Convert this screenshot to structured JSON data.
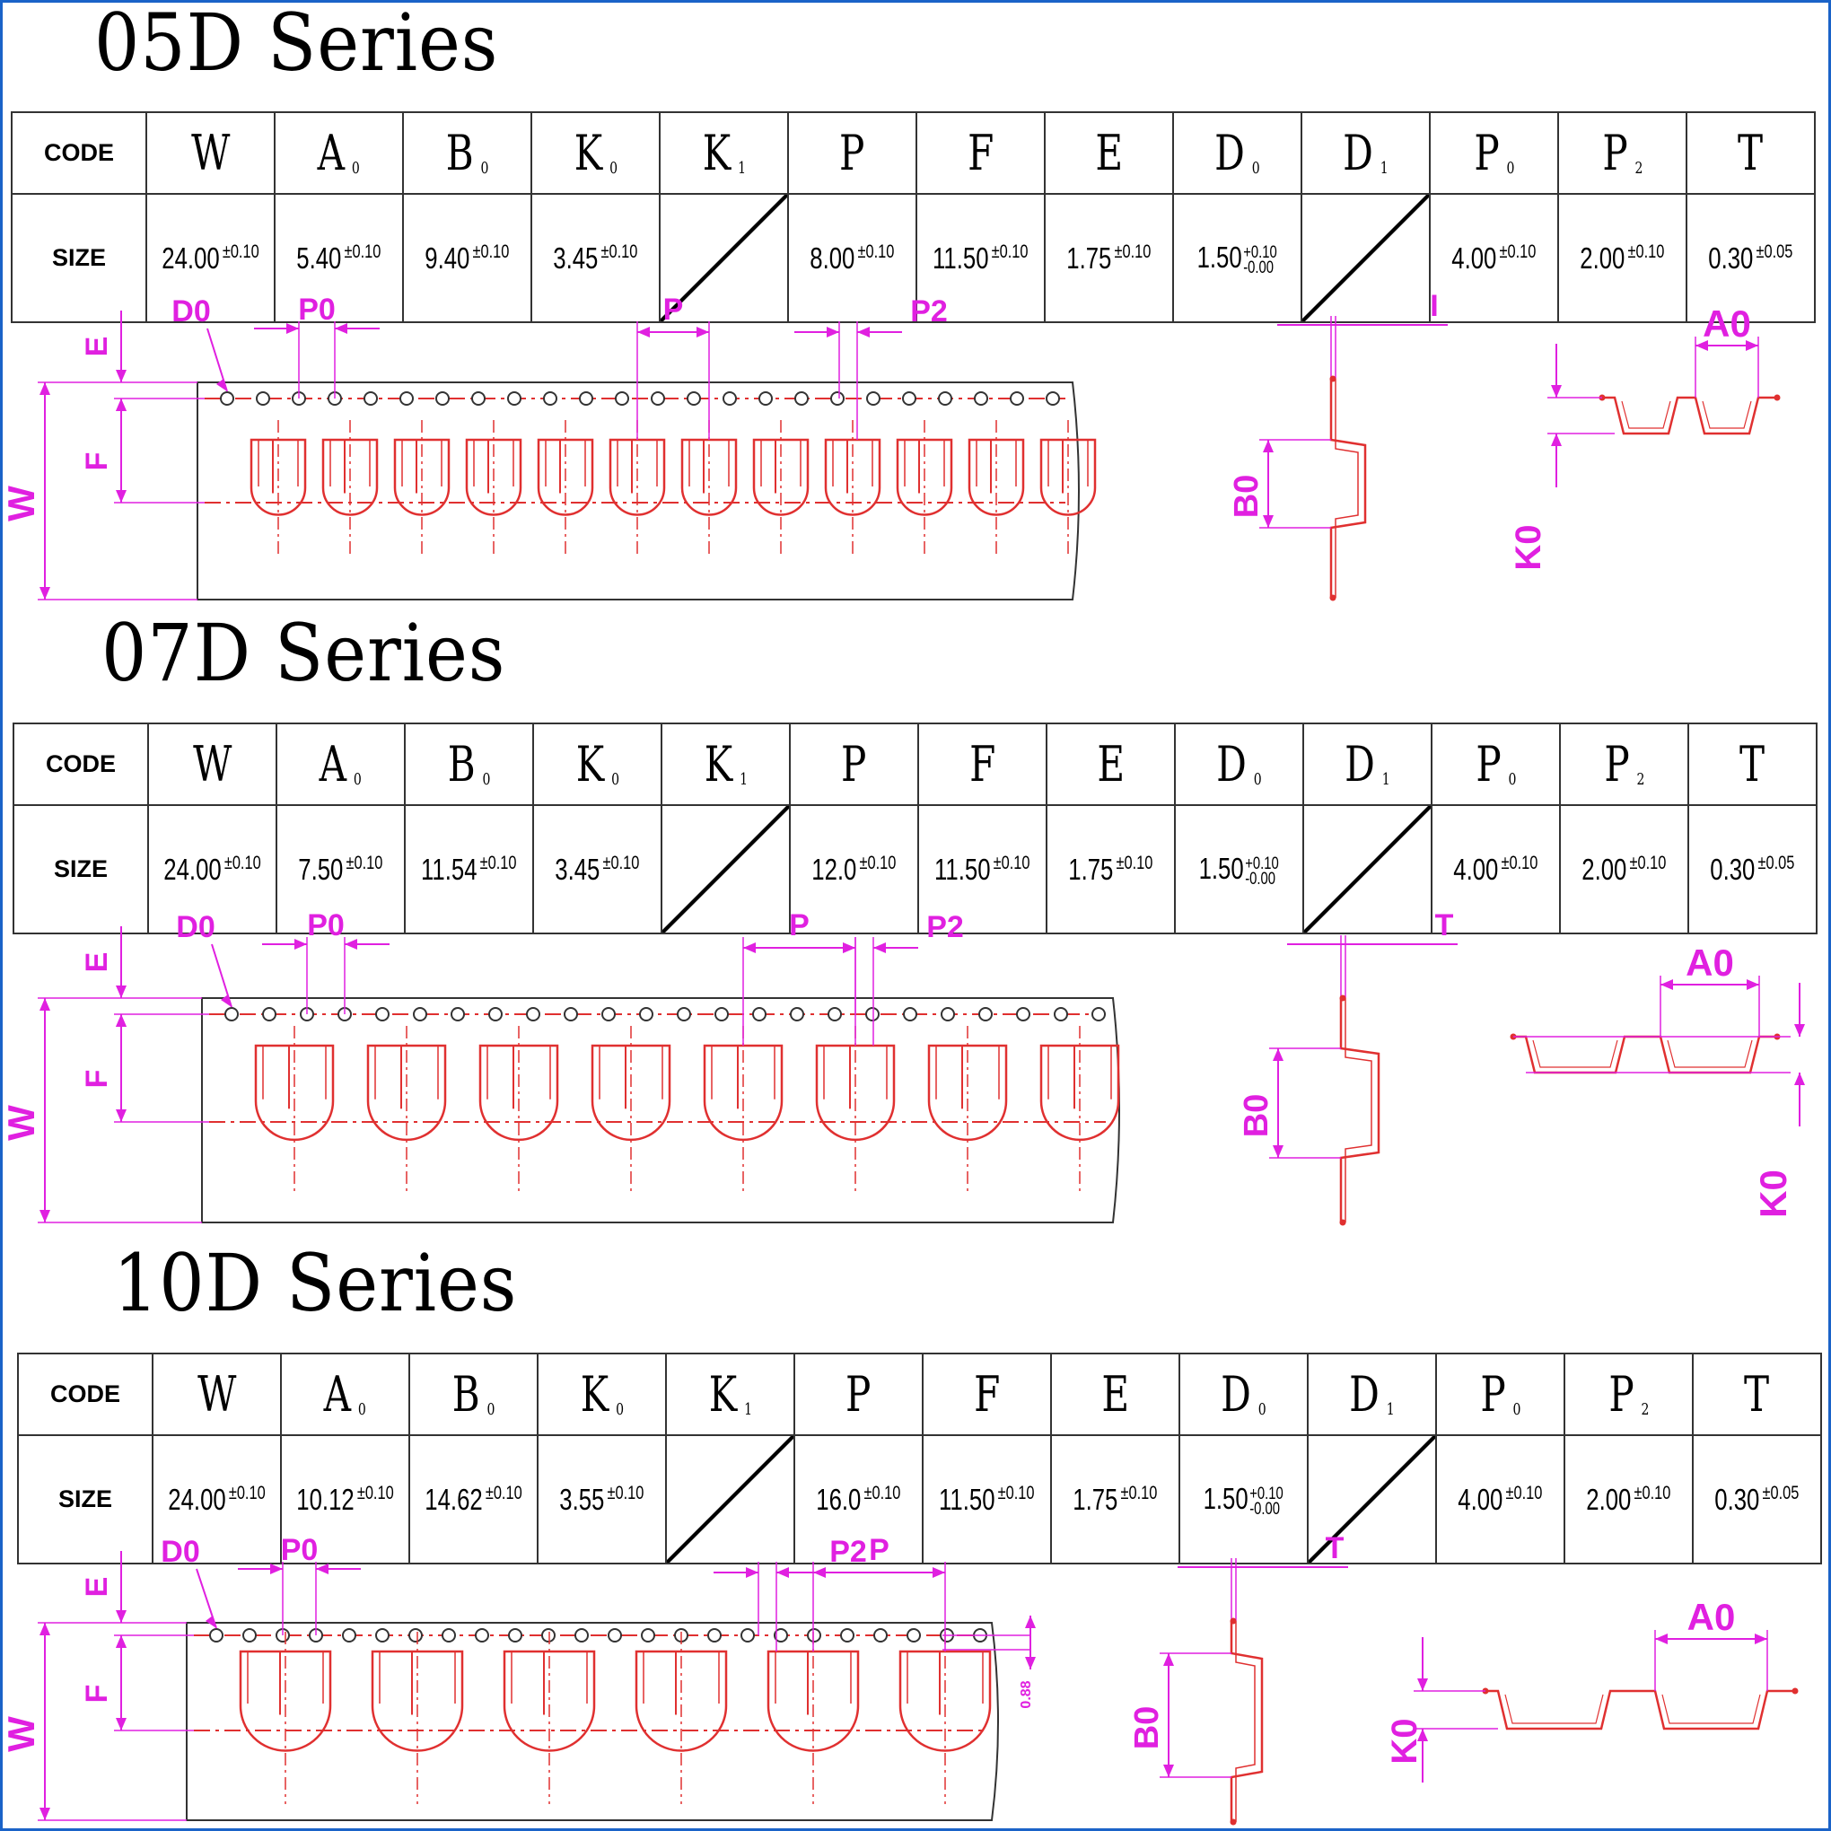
{
  "sections": [
    {
      "title": "05D Series",
      "code_label": "CODE",
      "size_label": "SIZE",
      "headers": [
        {
          "letter": "W",
          "sub": ""
        },
        {
          "letter": "A",
          "sub": "0"
        },
        {
          "letter": "B",
          "sub": "0"
        },
        {
          "letter": "K",
          "sub": "0"
        },
        {
          "letter": "K",
          "sub": "1"
        },
        {
          "letter": "P",
          "sub": ""
        },
        {
          "letter": "F",
          "sub": ""
        },
        {
          "letter": "E",
          "sub": ""
        },
        {
          "letter": "D",
          "sub": "0"
        },
        {
          "letter": "D",
          "sub": "1"
        },
        {
          "letter": "P",
          "sub": "0"
        },
        {
          "letter": "P",
          "sub": "2"
        },
        {
          "letter": "T",
          "sub": ""
        }
      ],
      "values": [
        {
          "v": "24.00",
          "tol": "±0.10"
        },
        {
          "v": "5.40",
          "tol": "±0.10"
        },
        {
          "v": "9.40",
          "tol": "±0.10"
        },
        {
          "v": "3.45",
          "tol": "±0.10"
        },
        {
          "v": "",
          "tol": "",
          "slash": true
        },
        {
          "v": "8.00",
          "tol": "±0.10"
        },
        {
          "v": "11.50",
          "tol": "±0.10"
        },
        {
          "v": "1.75",
          "tol": "±0.10"
        },
        {
          "v": "1.50",
          "tol_up": "+0.10",
          "tol_dn": "-0.00"
        },
        {
          "v": "",
          "tol": "",
          "slash": true
        },
        {
          "v": "4.00",
          "tol": "±0.10"
        },
        {
          "v": "2.00",
          "tol": "±0.10"
        },
        {
          "v": "0.30",
          "tol": "±0.05"
        }
      ],
      "labels": {
        "E": "E",
        "D0": "D0",
        "P0": "P0",
        "P": "P",
        "P2": "P2",
        "W": "W",
        "F": "F",
        "T": "I",
        "B0": "B0",
        "A0": "A0",
        "K0": "K0"
      }
    },
    {
      "title": "07D Series",
      "code_label": "CODE",
      "size_label": "SIZE",
      "headers": [
        {
          "letter": "W",
          "sub": ""
        },
        {
          "letter": "A",
          "sub": "0"
        },
        {
          "letter": "B",
          "sub": "0"
        },
        {
          "letter": "K",
          "sub": "0"
        },
        {
          "letter": "K",
          "sub": "1"
        },
        {
          "letter": "P",
          "sub": ""
        },
        {
          "letter": "F",
          "sub": ""
        },
        {
          "letter": "E",
          "sub": ""
        },
        {
          "letter": "D",
          "sub": "0"
        },
        {
          "letter": "D",
          "sub": "1"
        },
        {
          "letter": "P",
          "sub": "0"
        },
        {
          "letter": "P",
          "sub": "2"
        },
        {
          "letter": "T",
          "sub": ""
        }
      ],
      "values": [
        {
          "v": "24.00",
          "tol": "±0.10"
        },
        {
          "v": "7.50",
          "tol": "±0.10"
        },
        {
          "v": "11.54",
          "tol": "±0.10"
        },
        {
          "v": "3.45",
          "tol": "±0.10"
        },
        {
          "v": "",
          "tol": "",
          "slash": true
        },
        {
          "v": "12.0",
          "tol": "±0.10"
        },
        {
          "v": "11.50",
          "tol": "±0.10"
        },
        {
          "v": "1.75",
          "tol": "±0.10"
        },
        {
          "v": "1.50",
          "tol_up": "+0.10",
          "tol_dn": "-0.00"
        },
        {
          "v": "",
          "tol": "",
          "slash": true
        },
        {
          "v": "4.00",
          "tol": "±0.10"
        },
        {
          "v": "2.00",
          "tol": "±0.10"
        },
        {
          "v": "0.30",
          "tol": "±0.05"
        }
      ],
      "labels": {
        "E": "E",
        "D0": "D0",
        "P0": "P0",
        "P": "P",
        "P2": "P2",
        "W": "W",
        "F": "F",
        "T": "T",
        "B0": "B0",
        "A0": "A0",
        "K0": "K0"
      }
    },
    {
      "title": "10D Series",
      "code_label": "CODE",
      "size_label": "SIZE",
      "headers": [
        {
          "letter": "W",
          "sub": ""
        },
        {
          "letter": "A",
          "sub": "0"
        },
        {
          "letter": "B",
          "sub": "0"
        },
        {
          "letter": "K",
          "sub": "0"
        },
        {
          "letter": "K",
          "sub": "1"
        },
        {
          "letter": "P",
          "sub": ""
        },
        {
          "letter": "F",
          "sub": ""
        },
        {
          "letter": "E",
          "sub": ""
        },
        {
          "letter": "D",
          "sub": "0"
        },
        {
          "letter": "D",
          "sub": "1"
        },
        {
          "letter": "P",
          "sub": "0"
        },
        {
          "letter": "P",
          "sub": "2"
        },
        {
          "letter": "T",
          "sub": ""
        }
      ],
      "values": [
        {
          "v": "24.00",
          "tol": "±0.10"
        },
        {
          "v": "10.12",
          "tol": "±0.10"
        },
        {
          "v": "14.62",
          "tol": "±0.10"
        },
        {
          "v": "3.55",
          "tol": "±0.10"
        },
        {
          "v": "",
          "tol": "",
          "slash": true
        },
        {
          "v": "16.0",
          "tol": "±0.10"
        },
        {
          "v": "11.50",
          "tol": "±0.10"
        },
        {
          "v": "1.75",
          "tol": "±0.10"
        },
        {
          "v": "1.50",
          "tol_up": "+0.10",
          "tol_dn": "-0.00"
        },
        {
          "v": "",
          "tol": "",
          "slash": true
        },
        {
          "v": "4.00",
          "tol": "±0.10"
        },
        {
          "v": "2.00",
          "tol": "±0.10"
        },
        {
          "v": "0.30",
          "tol": "±0.05"
        }
      ],
      "labels": {
        "E": "E",
        "D0": "D0",
        "P0": "P0",
        "P": "P",
        "P2": "P2",
        "W": "W",
        "F": "F",
        "T": "T",
        "B0": "B0",
        "A0": "A0",
        "K0": "K0",
        "dim": "0.88"
      }
    }
  ],
  "colors": {
    "frame": "#1a63c8",
    "dimension": "#e020e0",
    "tape": "#e03030",
    "line": "#333333"
  }
}
